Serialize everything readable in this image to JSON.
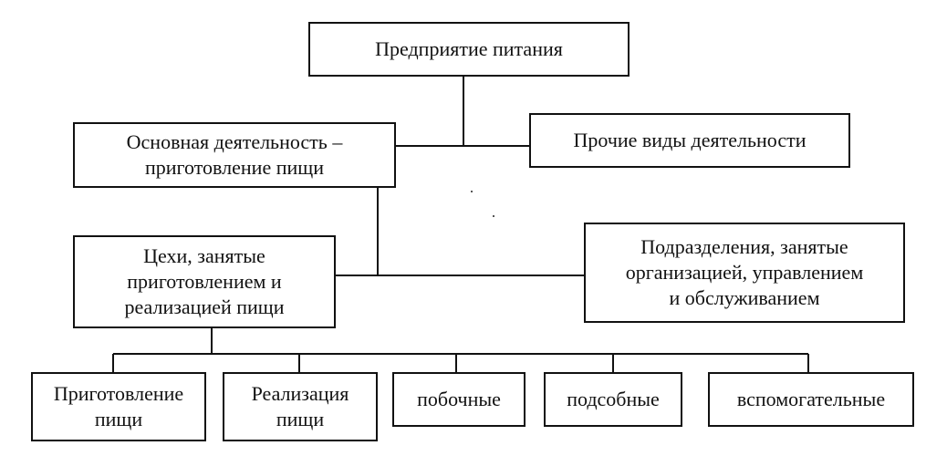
{
  "diagram": {
    "root": "Предприятие питания",
    "main_activity": "Основная деятельность –\nприготовление пищи",
    "other_activities": "Прочие виды деятельности",
    "production_shops": "Цехи, занятые\nприготовлением и\nреализацией пищи",
    "support_divisions": "Подразделения, занятые\nорганизацией, управлением\nи обслуживанием",
    "leaves": {
      "cooking": "Приготовление\nпищи",
      "selling": "Реализация\nпищи",
      "side": "побочные",
      "subsidiary": "подсобные",
      "auxiliary": "вспомогательные"
    }
  }
}
